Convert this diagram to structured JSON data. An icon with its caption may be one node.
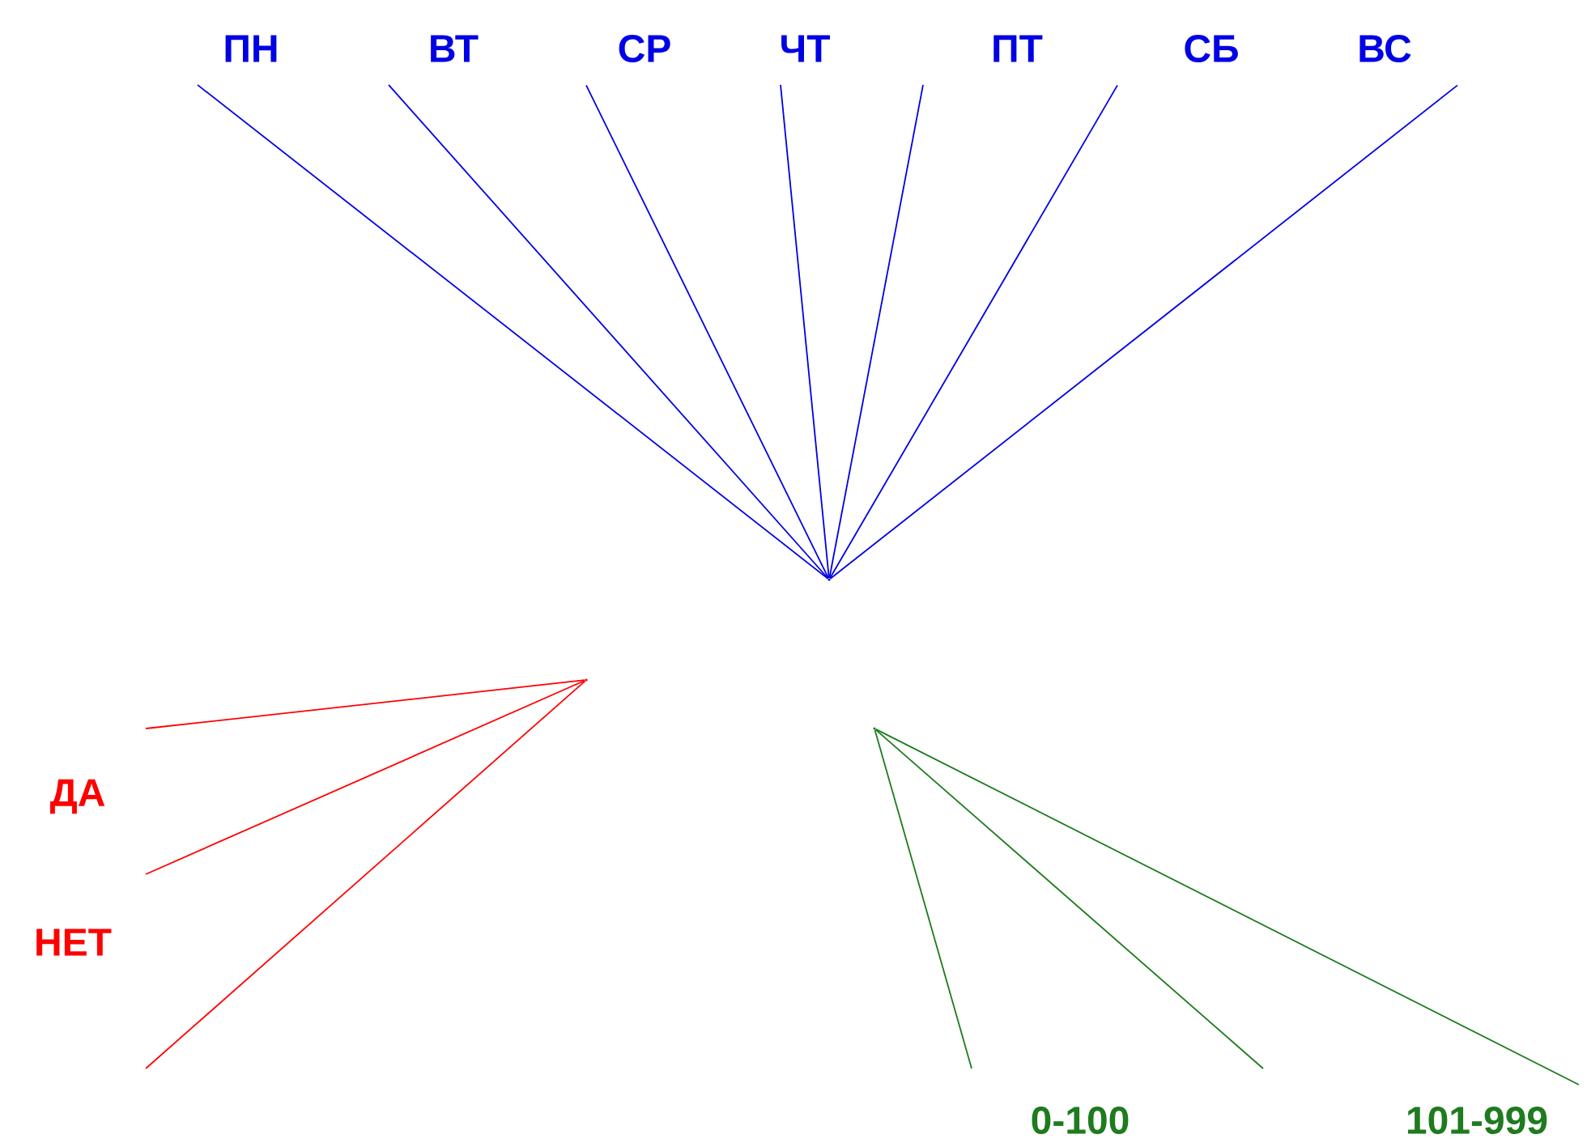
{
  "diagram": {
    "nodes": [
      {
        "text": [
          "ПН"
        ]
      },
      {
        "text": [
          "ВТ"
        ]
      },
      {
        "text": [
          "СР"
        ]
      },
      {
        "text": [
          "ЧТ"
        ]
      },
      {
        "text": [
          "ПТ"
        ]
      },
      {
        "text": [
          "СБ"
        ]
      },
      {
        "text": [
          "ВС"
        ]
      },
      {
        "text": [],
        "shape": "point"
      },
      {
        "text": [],
        "shape": "point"
      },
      {
        "text": [],
        "shape": "point"
      }
    ],
    "edges": [
      {
        "from": 0,
        "to": 7,
        "arrow": "none"
      },
      {
        "from": 1,
        "to": 7,
        "arrow": "none"
      },
      {
        "from": 2,
        "to": 7,
        "arrow": "none"
      },
      {
        "from": 3,
        "to": 7,
        "arrow": "none"
      },
      {
        "from": 4,
        "to": 7,
        "arrow": "none"
      },
      {
        "from": 5,
        "to": 7,
        "arrow": "none"
      },
      {
        "from": 6,
        "to": 7,
        "arrow": "none"
      },
      {
        "from": 8,
        "to": null,
        "arrow": "none",
        "color": "#ff0000"
      },
      {
        "from": 8,
        "to": null,
        "arrow": "none",
        "color": "#ff0000"
      },
      {
        "from": 8,
        "to": null,
        "arrow": "none",
        "color": "#ff0000"
      },
      {
        "from": 9,
        "to": null,
        "arrow": "none",
        "color": "#1e7b1e"
      },
      {
        "from": 9,
        "to": null,
        "arrow": "none",
        "color": "#1e7b1e"
      },
      {
        "from": 9,
        "to": null,
        "arrow": "none",
        "color": "#1e7b1e"
      }
    ],
    "labels": [
      "ДА",
      "НЕТ",
      "0-100",
      "101-999"
    ]
  }
}
